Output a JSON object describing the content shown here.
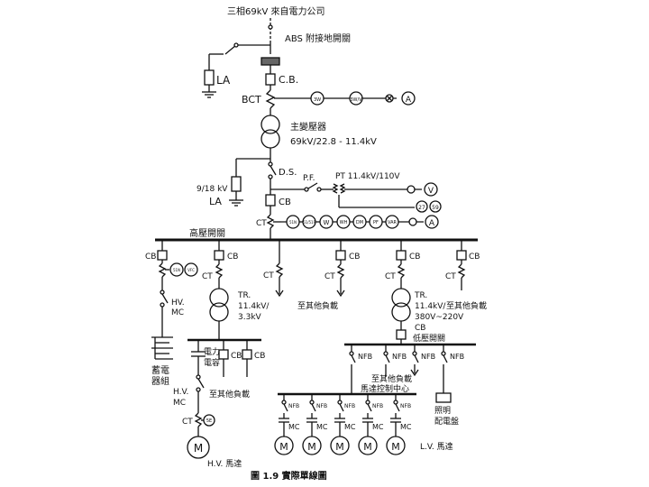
{
  "labels": {
    "source": "三相69kV 來自電力公司",
    "abs": "ABS 附接地開關",
    "la_top": "LA",
    "cb_top": "C.B.",
    "bct": "BCT",
    "main_tr_line1": "主變壓器",
    "main_tr_line2": "69kV/22.8 - 11.4kV",
    "ds": "D.S.",
    "la_mid_rating": "9/18 kV",
    "la_mid": "LA",
    "pf": "P.F.",
    "pt": "PT 11.4kV/110V",
    "cb_mid": "CB",
    "ct_mid": "CT",
    "hv_bus": "高壓開關",
    "tr1_line1": "TR.",
    "tr1_line2": "11.4kV/",
    "tr1_line3": "3.3kV",
    "tr2_line1": "TR.",
    "tr2_line2": "11.4kV/",
    "tr2_line3": "380V~220V",
    "tr2_side": "至其他負載",
    "hvmc1_line1": "HV.",
    "hvmc1_line2": "MC",
    "battery_line1": "蓄電",
    "battery_line2": "器組",
    "cap_line1": "電力",
    "cap_line2": "電容",
    "hvmc2_line1": "H.V.",
    "hvmc2_line2": "MC",
    "other_load_mid": "至其他負載",
    "other_load_left": "至其他負載",
    "lv_bus": "低壓開關",
    "mcc_line1": "至其他負載",
    "mcc_line2": "馬達控制中心",
    "lighting_line1": "照明",
    "lighting_line2": "配電盤",
    "hv_motor": "H.V. 馬達",
    "lv_motor": "L.V. 馬達",
    "caption": "圖 1.9    實際單線圖"
  },
  "symbols": {
    "cb": "CB",
    "ct": "CT",
    "nfb": "NFB",
    "mc": "MC",
    "motor": "M",
    "meter_row1": [
      "3W",
      "3W/V",
      "A"
    ],
    "meter_row2": [
      "27",
      "59"
    ],
    "meter_row2_v": "V",
    "meter_row3": [
      "51N",
      "51/51F",
      "W",
      "WH",
      "DM",
      "PF",
      "VAR",
      "A"
    ],
    "relay_left": [
      "51N",
      "VFC"
    ],
    "relay_motor": "5E"
  },
  "colors": {
    "line": "#111111",
    "background": "#ffffff"
  }
}
